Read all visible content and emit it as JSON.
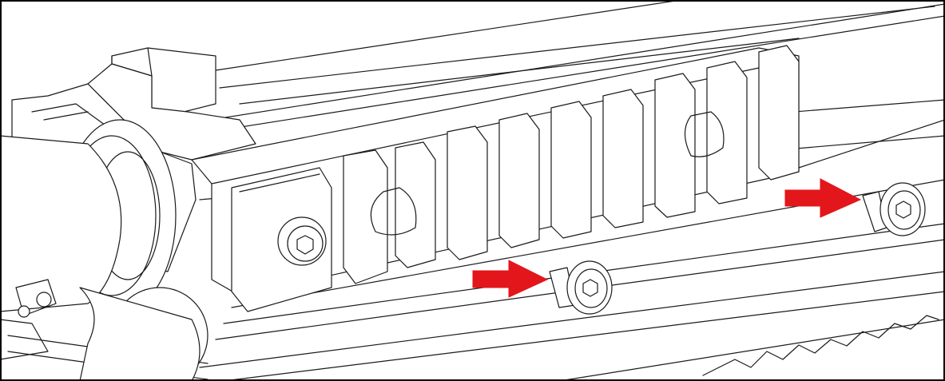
{
  "figure": {
    "subject": "rail-section-with-screws",
    "arrow_color": "#e3161b",
    "line_color": "#1a1a1a",
    "background": "#ffffff",
    "arrows": [
      {
        "points_to": "upper-screw"
      },
      {
        "points_to": "lower-screw"
      }
    ],
    "screws": [
      {
        "type": "hex-socket-flat-head",
        "position_label": "upper-screw"
      },
      {
        "type": "hex-socket-flat-head",
        "position_label": "lower-screw"
      }
    ]
  }
}
